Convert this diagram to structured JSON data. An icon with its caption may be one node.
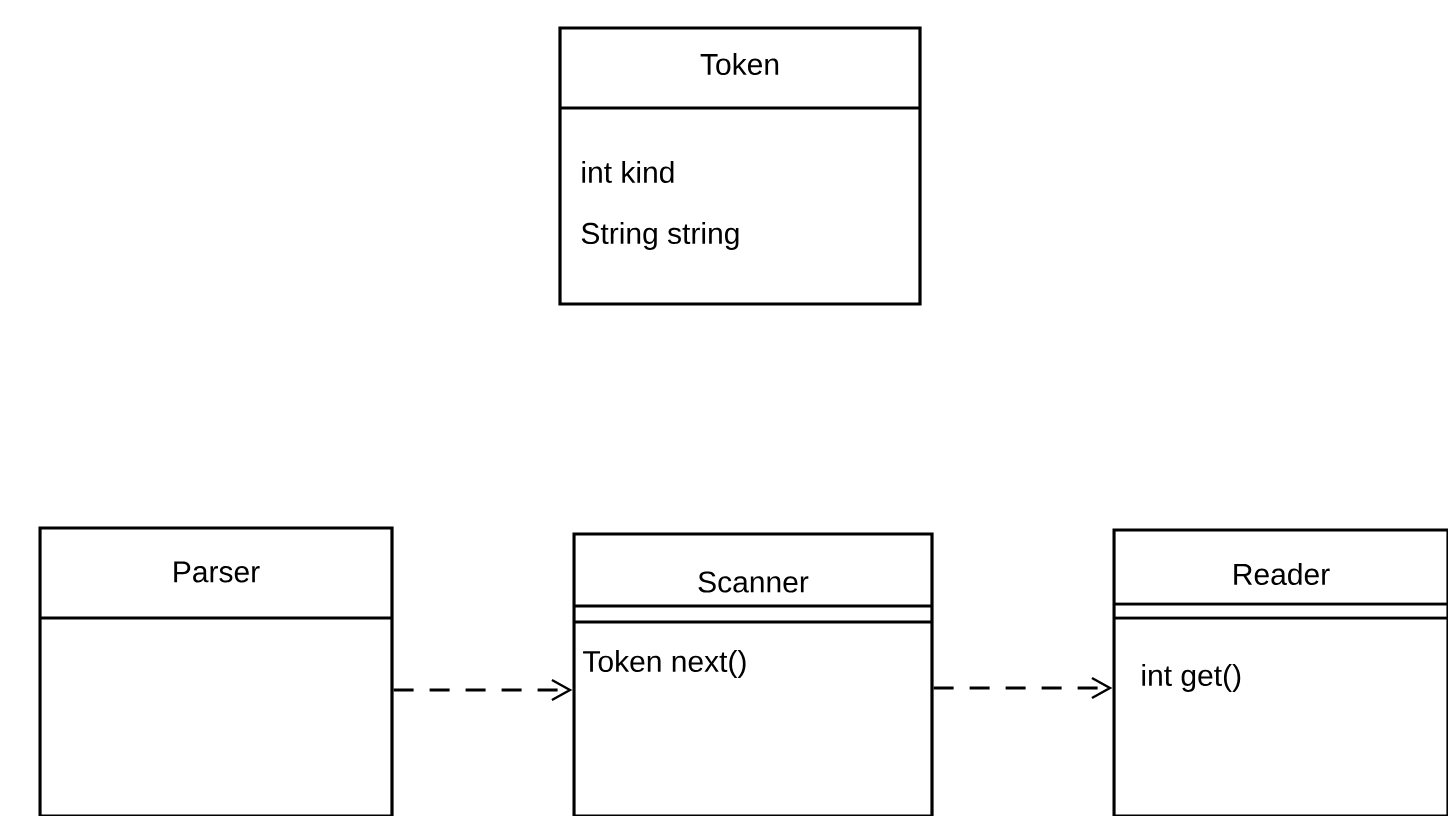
{
  "diagram": {
    "nodes": [
      {
        "text": [
          "Token",
          "int kind",
          "String string"
        ]
      },
      {
        "text": [
          "Parser"
        ]
      },
      {
        "text": [
          "Scanner",
          "Token next()"
        ]
      },
      {
        "text": [
          "Reader",
          "int get()"
        ]
      }
    ],
    "edges": [
      {
        "from": 1,
        "to": 2,
        "arrow": "to",
        "style": "dashed"
      },
      {
        "from": 2,
        "to": 3,
        "arrow": "to",
        "style": "dashed"
      }
    ]
  }
}
